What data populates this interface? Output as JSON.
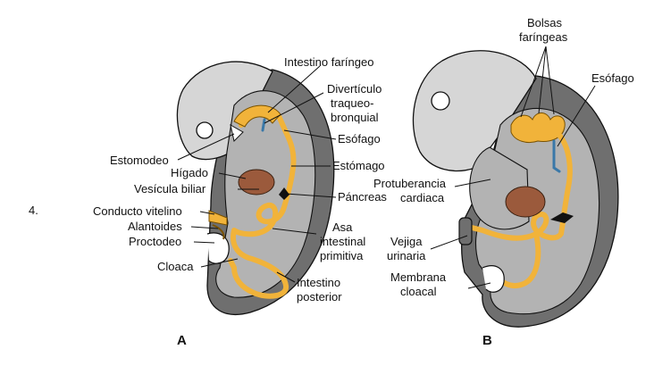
{
  "figure": {
    "number_label": "4.",
    "panel_a": "A",
    "panel_b": "B",
    "colors": {
      "outer_shell": "#6f6f6f",
      "body": "#b3b3b3",
      "body_light": "#d6d6d6",
      "gut": "#f1b33a",
      "gut_outline": "#7a5200",
      "liver": "#9b5a3c",
      "duct_blue": "#3a78a8",
      "line": "#111111"
    }
  },
  "labels_a": {
    "intestino_faringeo": "Intestino faríngeo",
    "diverticulo_1": "Divertículo",
    "diverticulo_2": "traqueo-",
    "diverticulo_3": "bronquial",
    "esofago": "Esófago",
    "estomodeo": "Estomodeo",
    "estomago": "Estómago",
    "higado": "Hígado",
    "vesicula": "Vesícula biliar",
    "pancreas": "Páncreas",
    "conducto_vitelino": "Conducto vitelino",
    "alantoides": "Alantoides",
    "asa_1": "Asa",
    "asa_2": "intestinal",
    "asa_3": "primitiva",
    "proctodeo": "Proctodeo",
    "cloaca": "Cloaca",
    "intestino_posterior_1": "Intestino",
    "intestino_posterior_2": "posterior"
  },
  "labels_b": {
    "bolsas_1": "Bolsas",
    "bolsas_2": "faríngeas",
    "esofago": "Esófago",
    "protuberancia_1": "Protuberancia",
    "protuberancia_2": "cardiaca",
    "vejiga_1": "Vejiga",
    "vejiga_2": "urinaria",
    "membrana_1": "Membrana",
    "membrana_2": "cloacal"
  }
}
